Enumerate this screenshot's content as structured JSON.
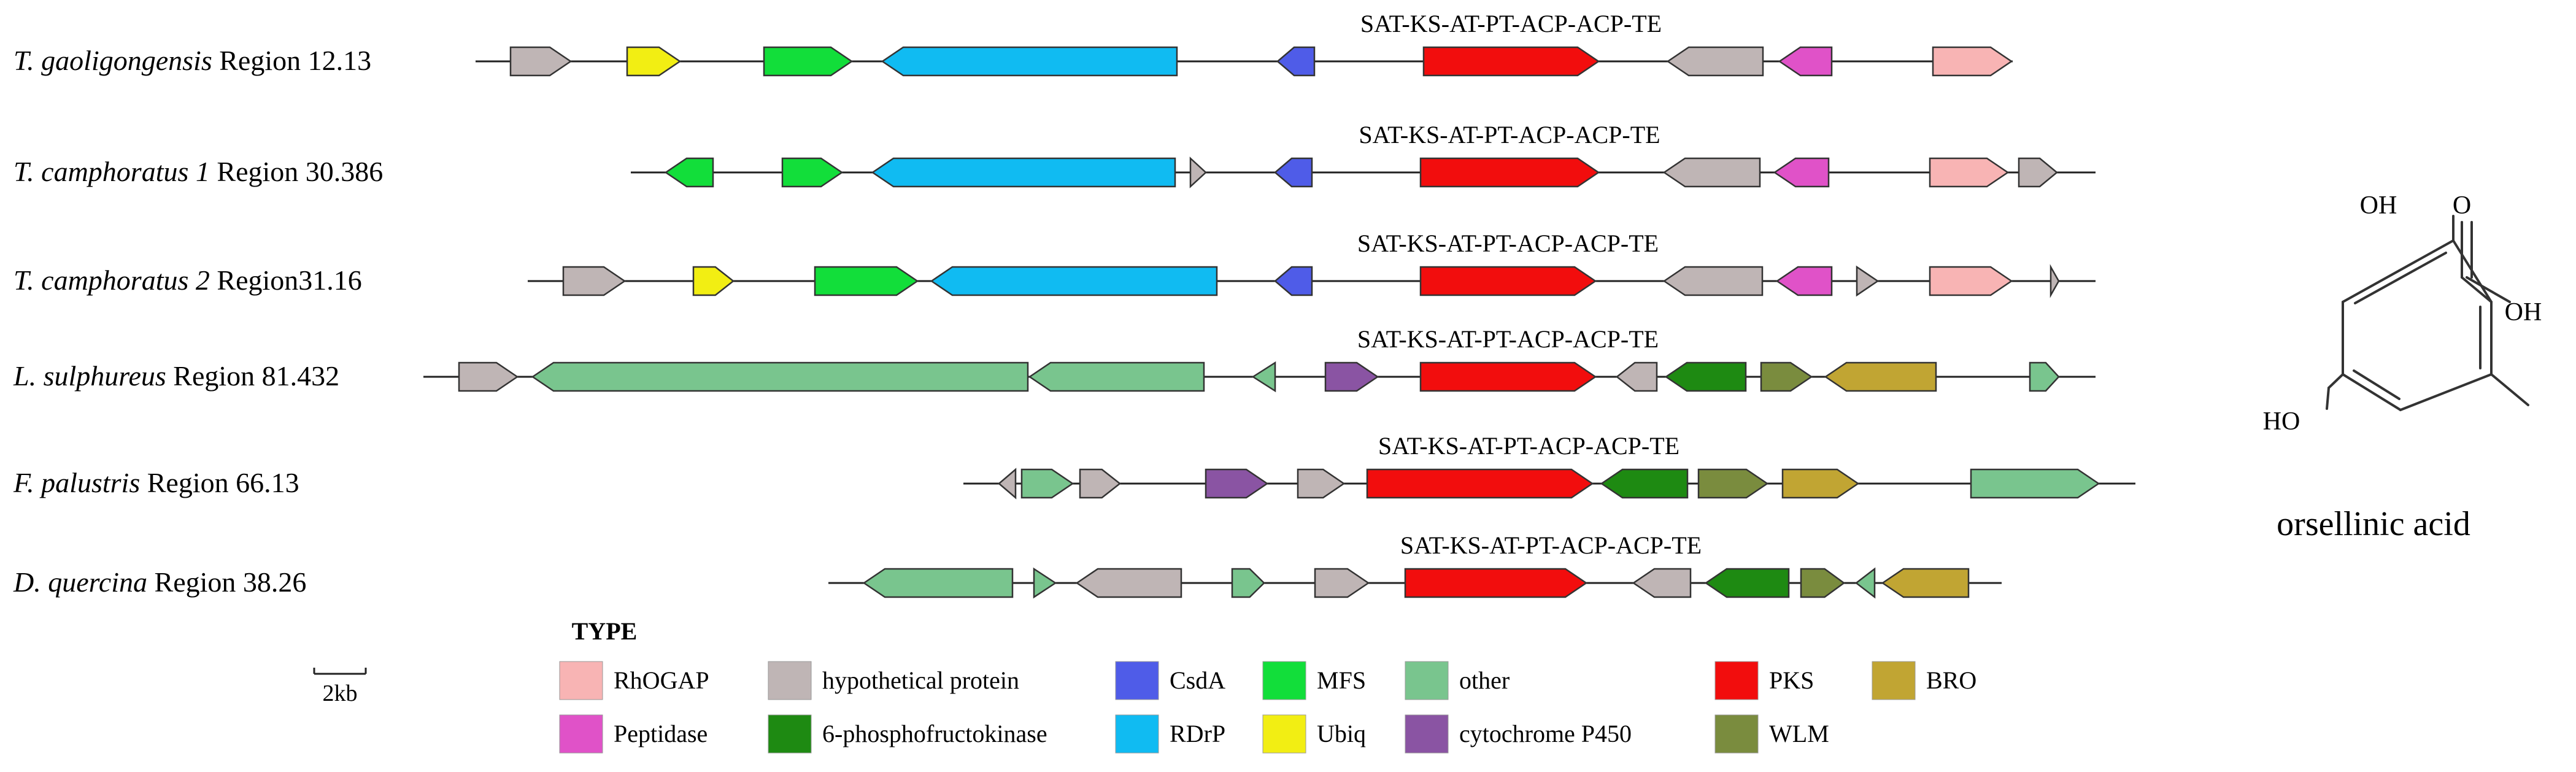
{
  "domain_label": "gene-cluster-comparison",
  "domain_label_text_shown": false,
  "colors": {
    "RhOGAP": "#F8B4B4",
    "hypothetical protein": "#BFB5B5",
    "CsdA": "#4F5CE8",
    "MFS": "#12DE3A",
    "other": "#79C58E",
    "PKS": "#F20D0D",
    "BRO": "#C1A533",
    "Peptidase": "#E052C8",
    "6-phosphofructokinase": "#1E8A12",
    "RDrP": "#10BBF2",
    "Ubiq": "#F2EE13",
    "cytochrome P450": "#8A54A3",
    "WLM": "#7A8C3E"
  },
  "pks_domain_label": "SAT-KS-AT-PT-ACP-ACP-TE",
  "clusters": [
    {
      "species": "T. gaoligongensis",
      "region": " Region 12.13",
      "line": [
        775,
        3280
      ],
      "genes": [
        {
          "type": "hypothetical protein",
          "start": 832,
          "end": 930,
          "dir": 1
        },
        {
          "type": "Ubiq",
          "start": 1022,
          "end": 1108,
          "dir": 1
        },
        {
          "type": "MFS",
          "start": 1245,
          "end": 1388,
          "dir": 1
        },
        {
          "type": "RDrP",
          "start": 1438,
          "end": 1918,
          "dir": -1
        },
        {
          "type": "CsdA",
          "start": 2082,
          "end": 2142,
          "dir": -1
        },
        {
          "type": "PKS",
          "start": 2320,
          "end": 2605,
          "dir": 1,
          "label": true
        },
        {
          "type": "hypothetical protein",
          "start": 2718,
          "end": 2873,
          "dir": -1
        },
        {
          "type": "Peptidase",
          "start": 2900,
          "end": 2985,
          "dir": -1
        },
        {
          "type": "RhOGAP",
          "start": 3150,
          "end": 3278,
          "dir": 1
        }
      ]
    },
    {
      "species": "T. camphoratus 1",
      "region": " Region 30.386",
      "line": [
        1028,
        3415
      ],
      "genes": [
        {
          "type": "MFS",
          "start": 1085,
          "end": 1162,
          "dir": -1
        },
        {
          "type": "MFS",
          "start": 1275,
          "end": 1372,
          "dir": 1
        },
        {
          "type": "RDrP",
          "start": 1422,
          "end": 1915,
          "dir": -1
        },
        {
          "type": "hypothetical protein",
          "start": 1940,
          "end": 1965,
          "dir": 1
        },
        {
          "type": "CsdA",
          "start": 2078,
          "end": 2138,
          "dir": -1
        },
        {
          "type": "PKS",
          "start": 2315,
          "end": 2605,
          "dir": 1,
          "label": true
        },
        {
          "type": "hypothetical protein",
          "start": 2712,
          "end": 2868,
          "dir": -1
        },
        {
          "type": "Peptidase",
          "start": 2892,
          "end": 2980,
          "dir": -1
        },
        {
          "type": "RhOGAP",
          "start": 3145,
          "end": 3272,
          "dir": 1
        },
        {
          "type": "hypothetical protein",
          "start": 3290,
          "end": 3352,
          "dir": 1
        }
      ]
    },
    {
      "species": "T. camphoratus 2",
      "region": " Region31.16",
      "line": [
        860,
        3415
      ],
      "genes": [
        {
          "type": "hypothetical protein",
          "start": 918,
          "end": 1018,
          "dir": 1
        },
        {
          "type": "Ubiq",
          "start": 1130,
          "end": 1195,
          "dir": 1
        },
        {
          "type": "MFS",
          "start": 1328,
          "end": 1495,
          "dir": 1
        },
        {
          "type": "RDrP",
          "start": 1518,
          "end": 1983,
          "dir": -1
        },
        {
          "type": "CsdA",
          "start": 2078,
          "end": 2138,
          "dir": -1
        },
        {
          "type": "PKS",
          "start": 2315,
          "end": 2600,
          "dir": 1,
          "label": true
        },
        {
          "type": "hypothetical protein",
          "start": 2712,
          "end": 2872,
          "dir": -1
        },
        {
          "type": "Peptidase",
          "start": 2896,
          "end": 2985,
          "dir": -1
        },
        {
          "type": "hypothetical protein",
          "start": 3026,
          "end": 3060,
          "dir": 1
        },
        {
          "type": "RhOGAP",
          "start": 3145,
          "end": 3278,
          "dir": 1
        },
        {
          "type": "hypothetical protein",
          "start": 3342,
          "end": 3355,
          "dir": 1
        }
      ]
    },
    {
      "species": "L. sulphureus",
      "region": " Region 81.432",
      "line": [
        690,
        3415
      ],
      "genes": [
        {
          "type": "hypothetical protein",
          "start": 748,
          "end": 843,
          "dir": 1
        },
        {
          "type": "other",
          "start": 868,
          "end": 1675,
          "dir": -1
        },
        {
          "type": "other",
          "start": 1678,
          "end": 1962,
          "dir": -1
        },
        {
          "type": "other",
          "start": 2042,
          "end": 2078,
          "dir": -1
        },
        {
          "type": "cytochrome P450",
          "start": 2160,
          "end": 2245,
          "dir": 1
        },
        {
          "type": "PKS",
          "start": 2315,
          "end": 2600,
          "dir": 1,
          "label": true
        },
        {
          "type": "hypothetical protein",
          "start": 2635,
          "end": 2700,
          "dir": -1
        },
        {
          "type": "6-phosphofructokinase",
          "start": 2715,
          "end": 2845,
          "dir": -1
        },
        {
          "type": "WLM",
          "start": 2870,
          "end": 2952,
          "dir": 1
        },
        {
          "type": "BRO",
          "start": 2975,
          "end": 3155,
          "dir": -1
        },
        {
          "type": "other",
          "start": 3308,
          "end": 3355,
          "dir": 1
        }
      ]
    },
    {
      "species": "F. palustris",
      "region": " Region 66.13",
      "line": [
        1570,
        3480
      ],
      "genes": [
        {
          "type": "hypothetical protein",
          "start": 1628,
          "end": 1655,
          "dir": -1
        },
        {
          "type": "other",
          "start": 1665,
          "end": 1748,
          "dir": 1
        },
        {
          "type": "hypothetical protein",
          "start": 1760,
          "end": 1825,
          "dir": 1
        },
        {
          "type": "cytochrome P450",
          "start": 1965,
          "end": 2065,
          "dir": 1
        },
        {
          "type": "hypothetical protein",
          "start": 2115,
          "end": 2190,
          "dir": 1
        },
        {
          "type": "PKS",
          "start": 2228,
          "end": 2595,
          "dir": 1,
          "label": true
        },
        {
          "type": "6-phosphofructokinase",
          "start": 2610,
          "end": 2750,
          "dir": -1
        },
        {
          "type": "WLM",
          "start": 2768,
          "end": 2880,
          "dir": 1
        },
        {
          "type": "BRO",
          "start": 2905,
          "end": 3028,
          "dir": 1
        },
        {
          "type": "other",
          "start": 3212,
          "end": 3420,
          "dir": 1
        }
      ]
    },
    {
      "species": "D. quercina",
      "region": " Region 38.26",
      "line": [
        1350,
        3262
      ],
      "genes": [
        {
          "type": "other",
          "start": 1408,
          "end": 1650,
          "dir": -1
        },
        {
          "type": "other",
          "start": 1685,
          "end": 1720,
          "dir": 1
        },
        {
          "type": "hypothetical protein",
          "start": 1755,
          "end": 1925,
          "dir": -1
        },
        {
          "type": "other",
          "start": 2008,
          "end": 2060,
          "dir": 1
        },
        {
          "type": "hypothetical protein",
          "start": 2143,
          "end": 2230,
          "dir": 1
        },
        {
          "type": "PKS",
          "start": 2290,
          "end": 2585,
          "dir": 1,
          "label": true
        },
        {
          "type": "hypothetical protein",
          "start": 2662,
          "end": 2755,
          "dir": -1
        },
        {
          "type": "6-phosphofructokinase",
          "start": 2780,
          "end": 2915,
          "dir": -1
        },
        {
          "type": "WLM",
          "start": 2935,
          "end": 3005,
          "dir": 1
        },
        {
          "type": "other",
          "start": 3025,
          "end": 3055,
          "dir": -1
        },
        {
          "type": "BRO",
          "start": 3068,
          "end": 3208,
          "dir": -1
        }
      ]
    }
  ],
  "legend": {
    "title": "TYPE",
    "items": [
      {
        "label": "RhOGAP",
        "type": "RhOGAP"
      },
      {
        "label": "hypothetical protein",
        "type": "hypothetical protein"
      },
      {
        "label": "CsdA",
        "type": "CsdA"
      },
      {
        "label": "MFS",
        "type": "MFS"
      },
      {
        "label": "other",
        "type": "other"
      },
      {
        "label": "PKS",
        "type": "PKS"
      },
      {
        "label": "BRO",
        "type": "BRO"
      },
      {
        "label": "Peptidase",
        "type": "Peptidase"
      },
      {
        "label": "6-phosphofructokinase",
        "type": "6-phosphofructokinase"
      },
      {
        "label": "RDrP",
        "type": "RDrP"
      },
      {
        "label": "Ubiq",
        "type": "Ubiq"
      },
      {
        "label": "cytochrome P450",
        "type": "cytochrome P450"
      },
      {
        "label": "WLM",
        "type": "WLM"
      }
    ]
  },
  "scale_bar": {
    "label": "2kb"
  },
  "molecule": {
    "name": "orsellinic acid",
    "oh_top": "OH",
    "carbonyl_o": "O",
    "oh_acid": "OH",
    "ho_left": "HO"
  }
}
